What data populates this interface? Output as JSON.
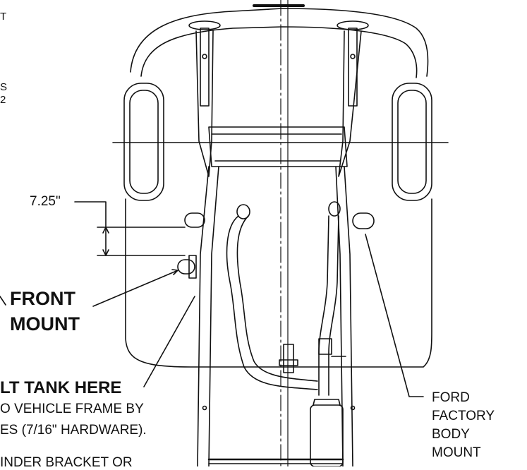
{
  "labels": {
    "fragment_top": "T",
    "fragment_mid_1": "S",
    "fragment_mid_2": "2",
    "dimension": "7.25\"",
    "front_mount_line1": "FRONT",
    "front_mount_line2": "MOUNT",
    "tank_heading": "LT TANK HERE",
    "tank_line1": "O VEHICLE FRAME BY",
    "tank_line2": "ES (7/16\" HARDWARE).",
    "tank_line3": "INDER BRACKET OR",
    "ford_line1": "FORD",
    "ford_line2": "FACTORY",
    "ford_line3": "BODY",
    "ford_line4": "MOUNT"
  },
  "colors": {
    "ink": "#111111",
    "paper": "#ffffff"
  }
}
